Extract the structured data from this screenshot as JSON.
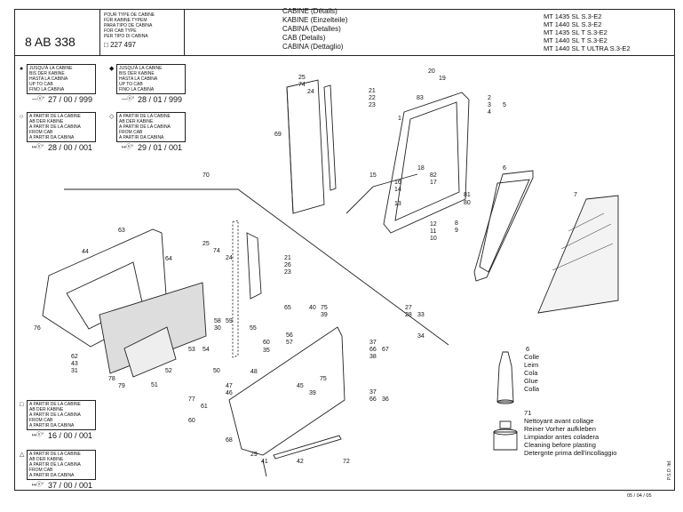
{
  "header": {
    "doc_code": "8 AB 338",
    "cab_type_lines": [
      "POUR TYPE DE CABINE",
      "FÜR KABINE TYPEM",
      "PARA TIPO DE CABINA",
      "FOR CAB TYPE",
      "PER TIPO DI CABINA"
    ],
    "cab_type_value": "227 497",
    "titles": [
      "CABINE (Détails)",
      "KABINE (Einzelteile)",
      "CABINA (Detalles)",
      "CAB (Details)",
      "CABINA (Dettaglio)"
    ],
    "models": [
      "MT 1435 SL S.3-E2",
      "MT 1440 SL S.3-E2",
      "MT 1435 SL T S.3-E2",
      "MT 1440 SL T S.3-E2",
      "MT 1440 SL T ULTRA S.3-E2"
    ]
  },
  "serial_notes": [
    {
      "symbol": "●",
      "lines": [
        "JUSQU'À LA CABINE",
        "BIS DER KABINE",
        "HASTA LA CABINA",
        "UP TO CAB",
        "FINO LA CABINA"
      ],
      "value": "27 / 00 / 999",
      "prefix": "—ⓝ°"
    },
    {
      "symbol": "◆",
      "lines": [
        "JUSQU'À LA CABINE",
        "BIS DER KABINE",
        "HASTA LA CABINA",
        "UP TO CAB",
        "FINO LA CABINA"
      ],
      "value": "28 / 01 / 999",
      "prefix": "—ⓝ°"
    },
    {
      "symbol": "○",
      "lines": [
        "A PARTIR DE LA CABINE",
        "AB DER KABINE",
        "A PARTIR DE LA CABINA",
        "FROM CAB",
        "A PARTIR DA CABINA"
      ],
      "value": "28 / 00 / 001",
      "prefix": "↦ⓝ°"
    },
    {
      "symbol": "◇",
      "lines": [
        "A PARTIR DE LA CABINE",
        "AB DER KABINE",
        "A PARTIR DE LA CABINA",
        "FROM CAB",
        "A PARTIR DA CABINA"
      ],
      "value": "29 / 01 / 001",
      "prefix": "↦ⓝ°"
    },
    {
      "symbol": "□",
      "lines": [
        "A PARTIR DE LA CABINE",
        "AB DER KABINE",
        "A PARTIR DE LA CABINA",
        "FROM CAB",
        "A PARTIR DA CABINA"
      ],
      "value": "16 / 00 / 001",
      "prefix": "↦ⓝ°"
    },
    {
      "symbol": "△",
      "lines": [
        "A PARTIR DE LA CABINE",
        "AB DER KABINE",
        "A PARTIR DE LA CABINA",
        "FROM CAB",
        "A PARTIR DA CABINA"
      ],
      "value": "37 / 00 / 001",
      "prefix": "↦ⓝ°"
    }
  ],
  "legend": {
    "glue": {
      "number": "6",
      "lines": [
        "Colle",
        "Leim",
        "Cola",
        "Glue",
        "Colla"
      ]
    },
    "cleaner": {
      "number": "71",
      "lines": [
        "Nettoyant avant collage",
        "Reiner Vorher aufkleben",
        "Limpiador antes coladera",
        "Cleaning before plasting",
        "Detergnte prima dell'incollaggio"
      ]
    }
  },
  "footer": {
    "date": "05 / 04 / 05",
    "side": "P.S.O. ltd."
  },
  "callouts": [
    "25",
    "74",
    "24",
    "21",
    "22",
    "23",
    "20",
    "19",
    "83",
    "1",
    "2",
    "3",
    "4",
    "5",
    "69",
    "15",
    "16",
    "14",
    "13",
    "18",
    "82",
    "17",
    "12",
    "11",
    "10",
    "81",
    "80",
    "8",
    "9",
    "6",
    "7",
    "70",
    "63",
    "44",
    "64",
    "25",
    "74",
    "24",
    "21",
    "26",
    "23",
    "65",
    "40",
    "75",
    "39",
    "27",
    "28",
    "33",
    "34",
    "76",
    "58",
    "30",
    "59",
    "55",
    "60",
    "35",
    "56",
    "57",
    "37",
    "66",
    "38",
    "67",
    "62",
    "43",
    "31",
    "78",
    "79",
    "53",
    "54",
    "52",
    "50",
    "48",
    "47",
    "46",
    "51",
    "77",
    "61",
    "60",
    "45",
    "39",
    "75",
    "37",
    "66",
    "36",
    "68",
    "29",
    "41",
    "42",
    "72"
  ]
}
